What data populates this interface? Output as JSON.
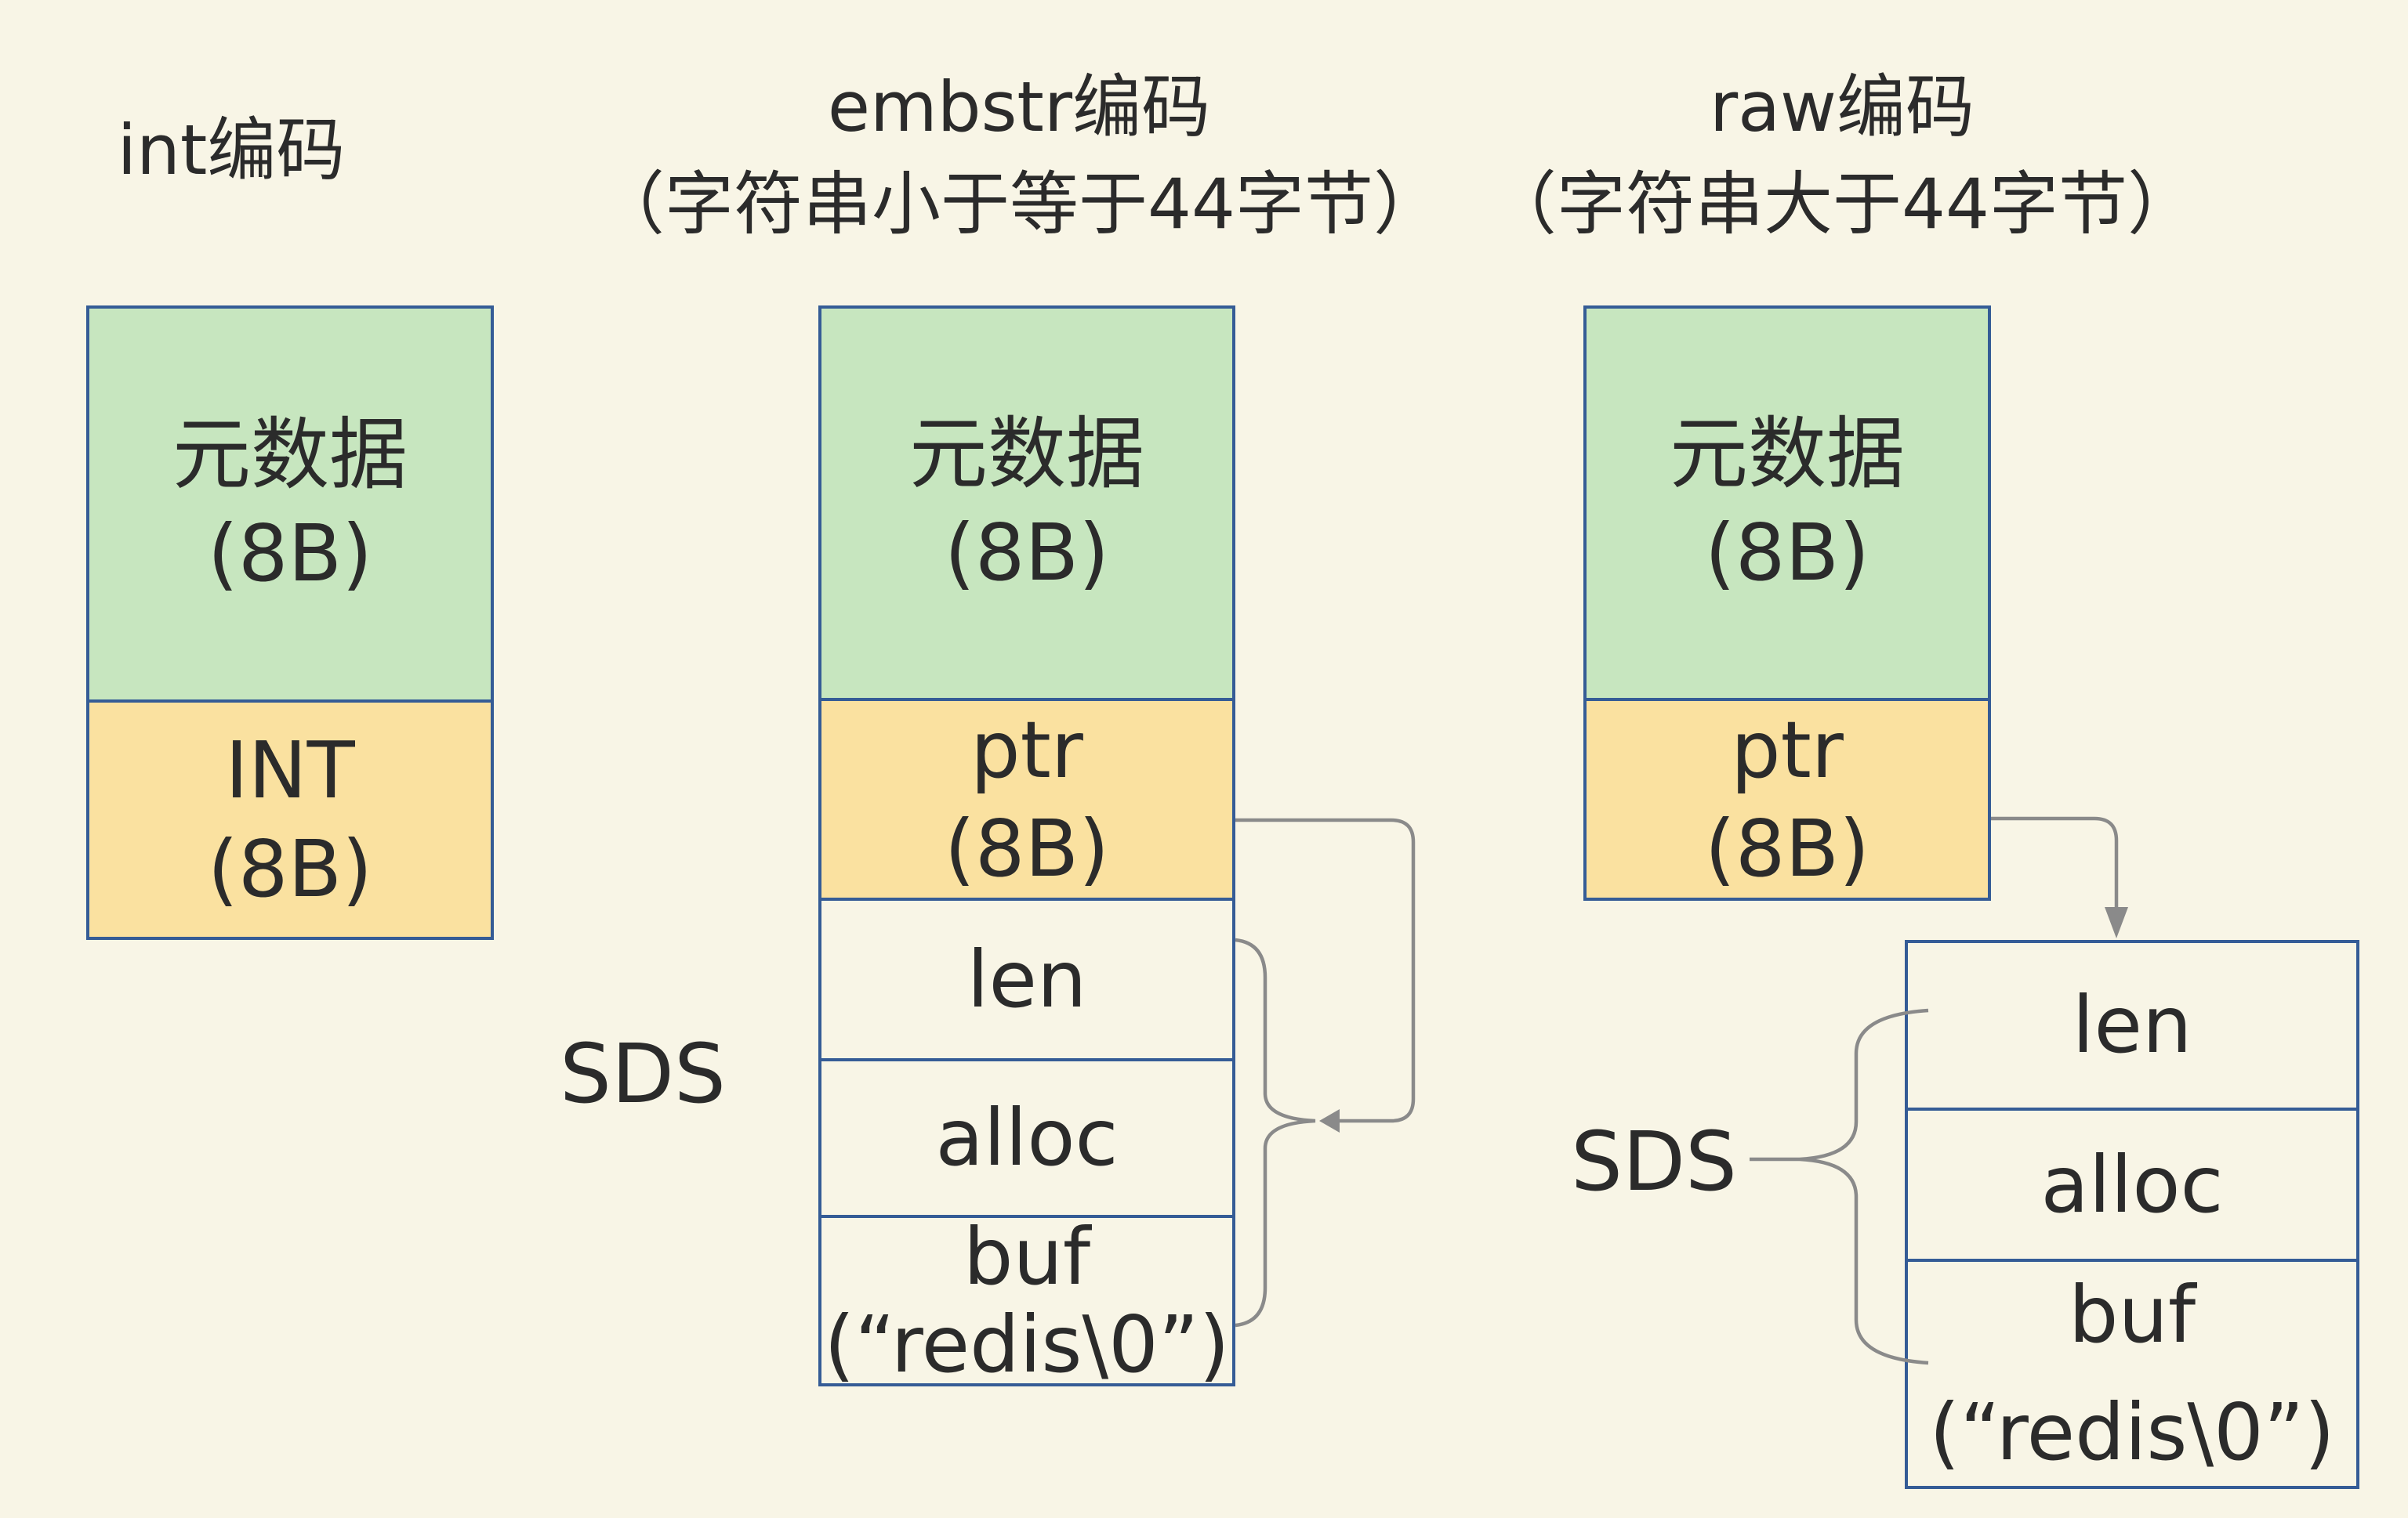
{
  "colors": {
    "background": "#f8f5e6",
    "green": "#c7e6bf",
    "yellow": "#fae1a0",
    "cream": "#f8f5e6",
    "border": "#355c96",
    "arrow": "#8a8a8a",
    "text": "#2b2b2b"
  },
  "titles": {
    "int": {
      "line1": "int编码"
    },
    "embstr": {
      "line1": "embstr编码",
      "line2": "（字符串小于等于44字节）"
    },
    "raw": {
      "line1": "raw编码",
      "line2": "（字符串大于44字节）"
    }
  },
  "int_column": {
    "metadata_line1": "元数据",
    "metadata_line2": "(8B)",
    "int_line1": "INT",
    "int_line2": "(8B)"
  },
  "embstr_column": {
    "metadata_line1": "元数据",
    "metadata_line2": "(8B)",
    "ptr_line1": "ptr",
    "ptr_line2": "(8B)",
    "len": "len",
    "alloc": "alloc",
    "buf_line1": "buf",
    "buf_line2": "(“redis\\0”)",
    "sds_label": "SDS"
  },
  "raw_column": {
    "metadata_line1": "元数据",
    "metadata_line2": "(8B)",
    "ptr_line1": "ptr",
    "ptr_line2": "(8B)",
    "len": "len",
    "alloc": "alloc",
    "buf_line1": "buf",
    "buf_line2": "(“redis\\0”)",
    "sds_label": "SDS"
  }
}
